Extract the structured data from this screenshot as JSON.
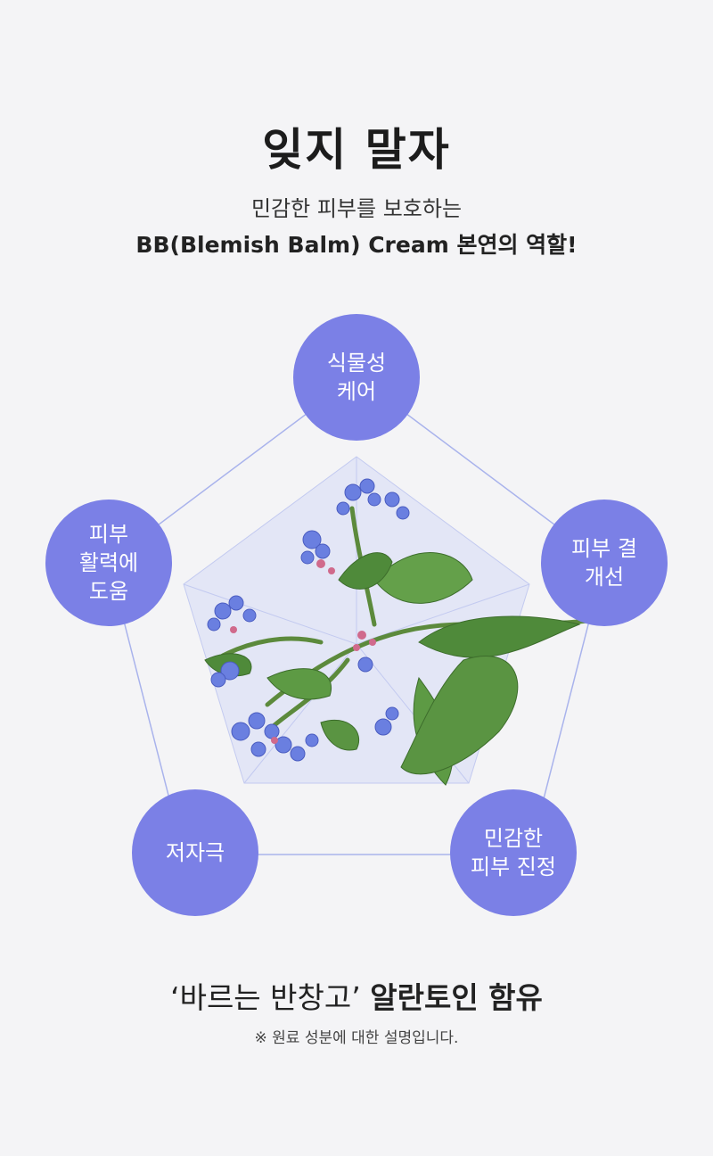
{
  "header": {
    "title": "잊지 말자",
    "subtitle_line1": "민감한 피부를 보호하는",
    "subtitle_line2": "BB(Blemish Balm) Cream 본연의 역할!"
  },
  "diagram": {
    "accent_color": "#7b80e6",
    "line_color": "#a9b3ec",
    "inner_fill": "#e4e7f7",
    "center_image": "comfrey-plant-illustration",
    "nodes": [
      {
        "line1": "식물성",
        "line2": "케어"
      },
      {
        "line1": "피부 결",
        "line2": "개선"
      },
      {
        "line1": "민감한",
        "line2": "피부 진정"
      },
      {
        "line1": "저자극",
        "line2": ""
      },
      {
        "line1": "피부",
        "line2": "활력에",
        "line3": "도움"
      }
    ]
  },
  "footer": {
    "main_regular": "‘바르는 반창고’",
    "main_bold": "알란토인 함유",
    "note": "※ 원료 성분에 대한 설명입니다."
  }
}
